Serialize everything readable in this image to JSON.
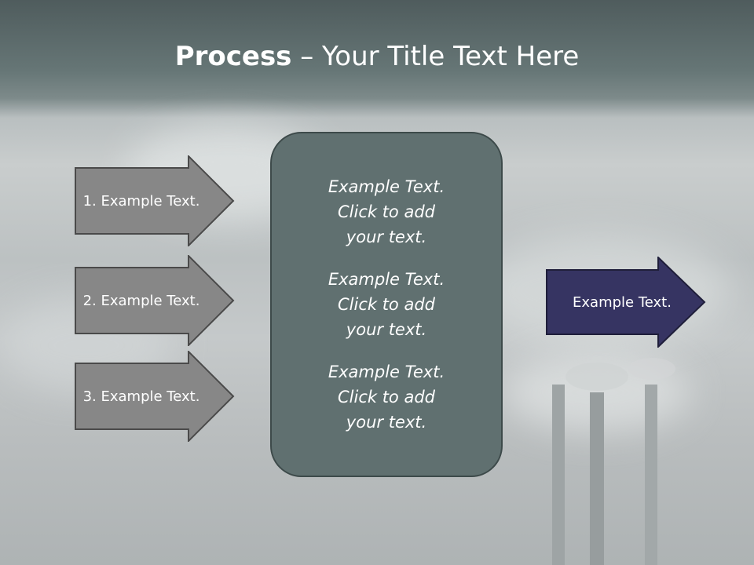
{
  "slide": {
    "title_bold": "Process",
    "title_rest": " – Your Title Text Here"
  },
  "inputs": [
    {
      "label": "1. Example Text."
    },
    {
      "label": "2. Example Text."
    },
    {
      "label": "3. Example Text."
    }
  ],
  "center_box": {
    "paragraphs": [
      "Example Text.\nClick  to add\nyour text.",
      "Example Text.\nClick  to add\nyour text.",
      "Example Text.\nClick  to add\nyour text."
    ]
  },
  "output": {
    "label": "Example Text."
  },
  "colors": {
    "input_arrow_fill": "#878787",
    "output_arrow_fill": "#363462",
    "center_box_fill": "#607070"
  }
}
